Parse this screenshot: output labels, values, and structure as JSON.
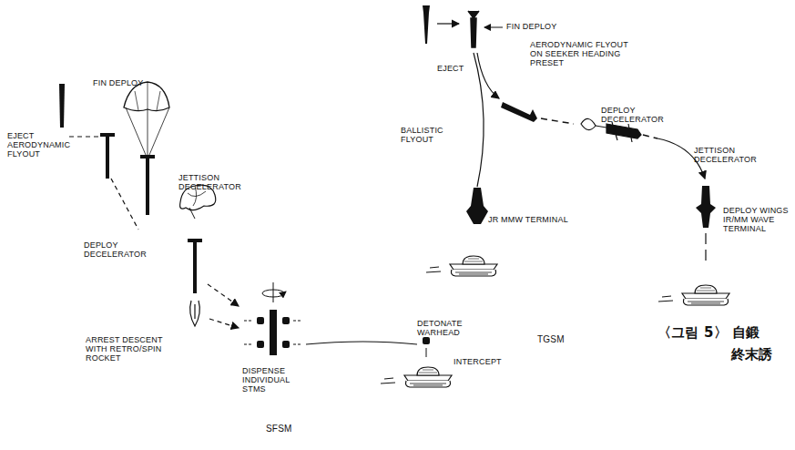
{
  "diagram": {
    "labels": [
      "EJECT",
      "FIN DEPLOY",
      "AERODYNAMIC FLYOUT ON SEEKER HEADING PRESET",
      "BALLISTIC FLYOUT",
      "DEPLOY DECELERATOR",
      "JETTISON DECELERATOR",
      "JR MMW TERMINAL",
      "DEPLOY WINGS IR/MM WAVE TERMINAL",
      "TGSM",
      "〈그림 5〉 自鍛",
      "終末誘",
      "FIN DEPLOY",
      "EJECT AERODYNAMIC FLYOUT",
      "JETTISON DECELERATOR",
      "DEPLOY DECELERATOR",
      "ARREST DESCENT WITH RETRO/SPIN ROCKET",
      "DISPENSE INDIVIDUAL STMS",
      "DETONATE WARHEAD",
      "INTERCEPT",
      "SFSM"
    ]
  }
}
